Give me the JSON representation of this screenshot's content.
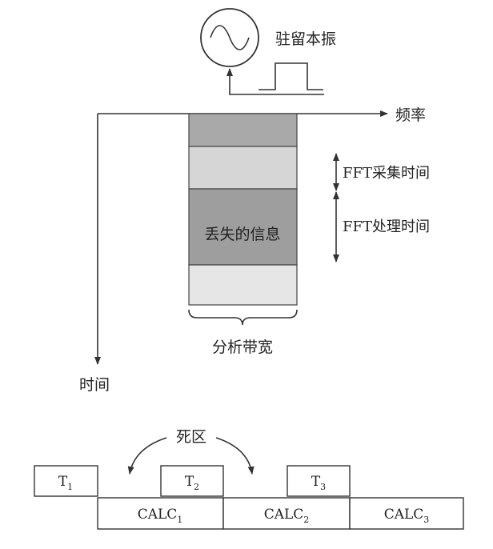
{
  "oscillator": {
    "label": "驻留本振"
  },
  "axes": {
    "frequency_label": "频率",
    "time_label": "时间"
  },
  "fft": {
    "acquisition_label": "FFT采集时间",
    "processing_label": "FFT处理时间",
    "lost_info_label": "丢失的信息",
    "bandwidth_label": "分析带宽",
    "band_colors": [
      "#a9a9a9",
      "#d6d6d6",
      "#9e9e9e",
      "#e6e6e6"
    ]
  },
  "timing": {
    "dead_zone_label": "死区",
    "acquisitions": [
      {
        "main": "T",
        "sub": "1"
      },
      {
        "main": "T",
        "sub": "2"
      },
      {
        "main": "T",
        "sub": "3"
      }
    ],
    "calculations": [
      {
        "main": "CALC",
        "sub": "1"
      },
      {
        "main": "CALC",
        "sub": "2"
      },
      {
        "main": "CALC",
        "sub": "3"
      }
    ]
  }
}
